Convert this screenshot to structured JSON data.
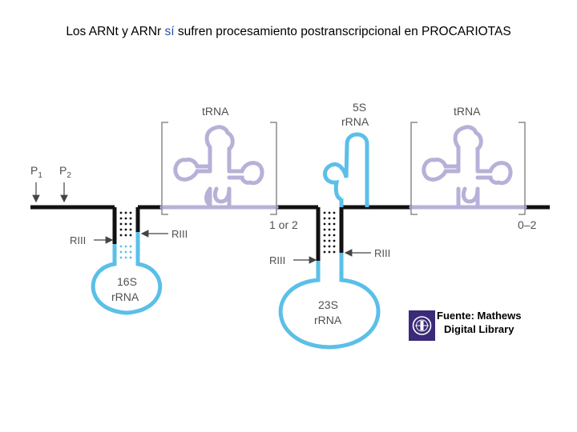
{
  "title": {
    "part1": "Los ARNt y ARNr ",
    "highlight": "sí",
    "part2": " sufren procesamiento postranscripcional en PROCARIOTAS"
  },
  "labels": {
    "trna_left": "tRNA",
    "s5_line1": "5S",
    "s5_line2": "rRNA",
    "trna_right": "tRNA",
    "p1": "P",
    "p1_sub": "1",
    "p2": "P",
    "p2_sub": "2",
    "riii_left_1": "RIII",
    "riii_left_2": "RIII",
    "one_or_two": "1 or 2",
    "riii_mid_1": "RIII",
    "riii_mid_2": "RIII",
    "zero_two": "0–2",
    "s16_line1": "16S",
    "s16_line2": "rRNA",
    "s23_line1": "23S",
    "s23_line2": "rRNA"
  },
  "source": {
    "line1": "Fuente: Mathews",
    "line2": "Digital Library"
  },
  "colors": {
    "rrna": "#5bbfe8",
    "trna": "#b7b1d8",
    "dna": "#111111",
    "bracket": "#8a8a8a",
    "logo": "#3b2a78"
  }
}
